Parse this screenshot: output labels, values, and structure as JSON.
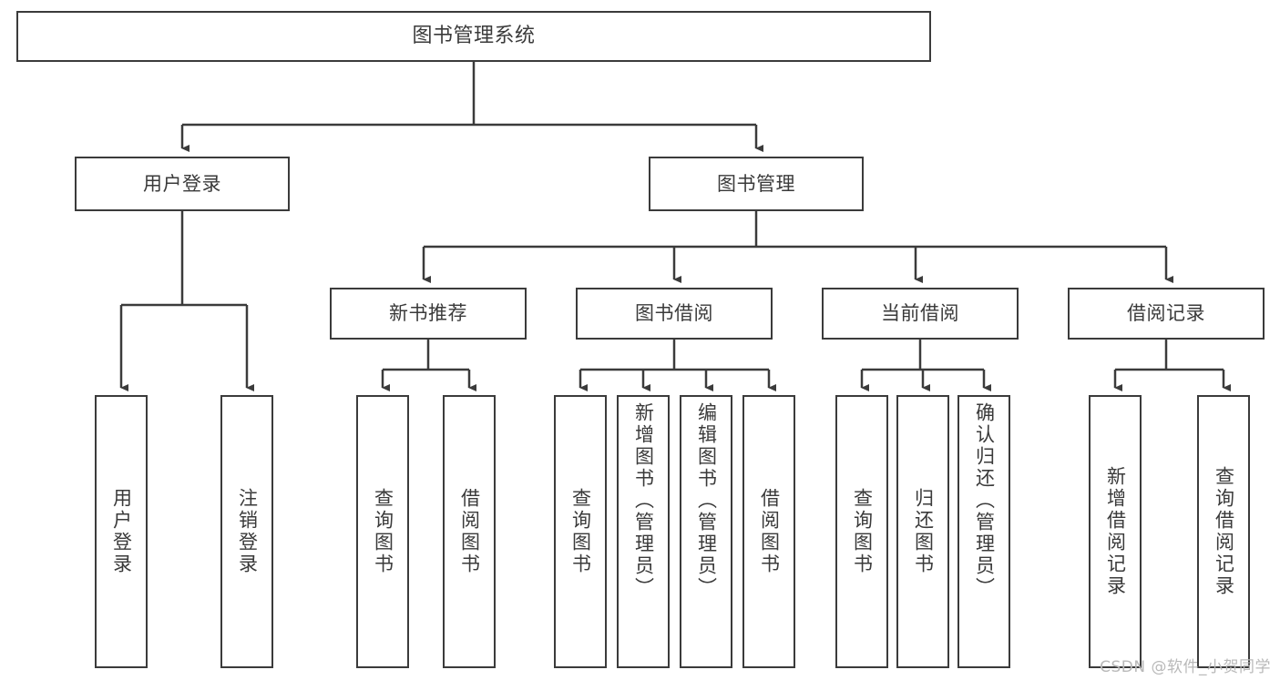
{
  "diagram": {
    "title": "图书管理系统",
    "type": "tree",
    "orientation": "top-down",
    "stroke_color": "#3b3b3b",
    "text_color": "#3a3a3a",
    "background_color": "#ffffff",
    "root": {
      "label": "图书管理系统"
    },
    "level1": [
      {
        "label": "用户登录"
      },
      {
        "label": "图书管理"
      }
    ],
    "level2": [
      {
        "label": "新书推荐"
      },
      {
        "label": "图书借阅"
      },
      {
        "label": "当前借阅"
      },
      {
        "label": "借阅记录"
      }
    ],
    "leaves": {
      "user_login": [
        {
          "label": "用户登录"
        },
        {
          "label": "注销登录"
        }
      ],
      "new_book_recommend": [
        {
          "label": "查询图书"
        },
        {
          "label": "借阅图书"
        }
      ],
      "book_borrow": [
        {
          "label": "查询图书"
        },
        {
          "label": "新增图书（管理员）"
        },
        {
          "label": "编辑图书（管理员）"
        },
        {
          "label": "借阅图书"
        }
      ],
      "current_borrow": [
        {
          "label": "查询图书"
        },
        {
          "label": "归还图书"
        },
        {
          "label": "确认归还（管理员）"
        }
      ],
      "borrow_record": [
        {
          "label": "新增借阅记录"
        },
        {
          "label": "查询借阅记录"
        }
      ]
    }
  },
  "watermark": {
    "text": "CSDN @软件_小贺同学"
  }
}
